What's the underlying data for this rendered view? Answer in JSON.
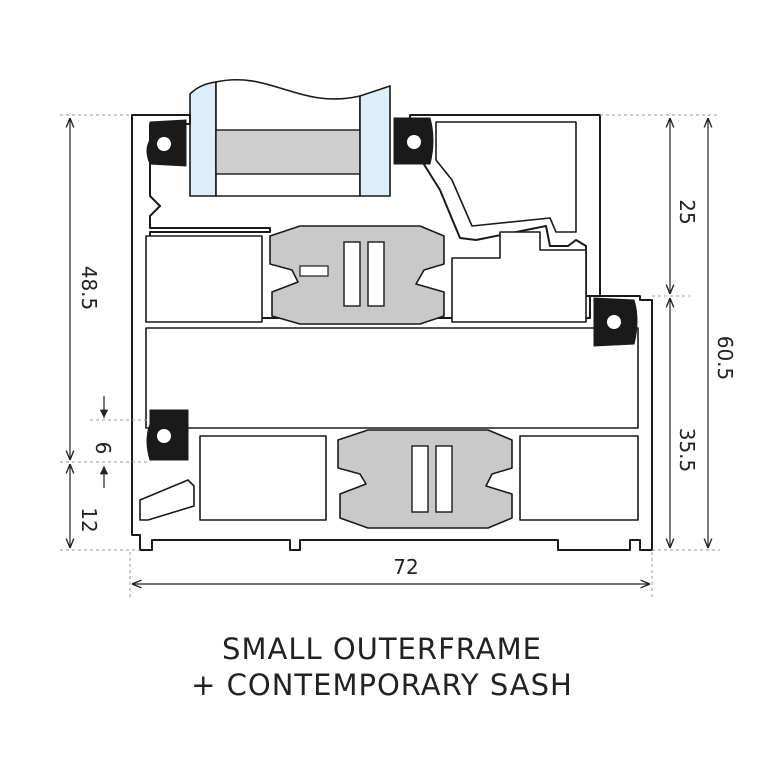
{
  "dimensions": {
    "overall_height_left": "48.5",
    "gap_small": "6",
    "base_height": "12",
    "sash_upper": "25",
    "sash_lower": "35.5",
    "overall_height_right": "60.5",
    "overall_width": "72"
  },
  "caption": {
    "line1": "SMALL OUTERFRAME",
    "line2": "+ CONTEMPORARY SASH"
  },
  "colors": {
    "outline": "#1a1a1a",
    "insulation": "#c9c9c9",
    "glass_edge": "#dceefa",
    "glass_core": "#cfcfcf"
  }
}
